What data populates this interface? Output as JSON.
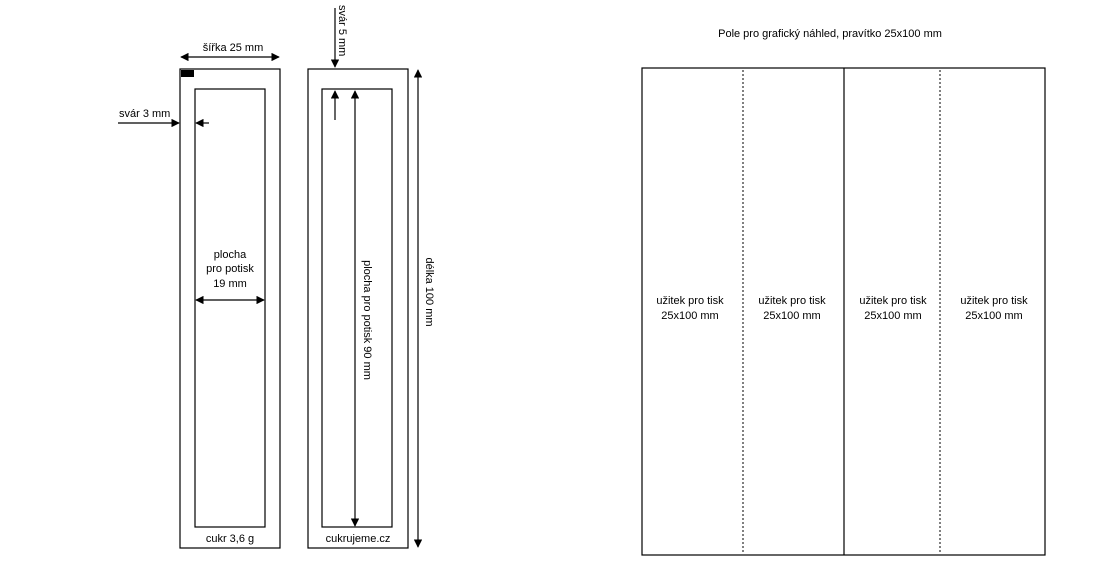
{
  "left_template": {
    "width_label": "šířka 25 mm",
    "seal_side_label": "svár 3 mm",
    "print_area_l1": "plocha",
    "print_area_l2": "pro potisk",
    "print_area_l3": "19 mm",
    "bottom_label": "cukr 3,6 g"
  },
  "right_template": {
    "seal_top_label": "svár 5 mm",
    "print_length_label": "plocha pro potisk 90 mm",
    "length_label": "délka 100 mm",
    "bottom_label": "cukrujeme.cz"
  },
  "preview": {
    "title": "Pole pro grafický náhled,  pravítko 25x100 mm",
    "cells": [
      {
        "l1": "užitek pro tisk",
        "l2": "25x100 mm"
      },
      {
        "l1": "užitek pro tisk",
        "l2": "25x100 mm"
      },
      {
        "l1": "užitek pro tisk",
        "l2": "25x100 mm"
      },
      {
        "l1": "užitek pro tisk",
        "l2": "25x100 mm"
      }
    ]
  }
}
